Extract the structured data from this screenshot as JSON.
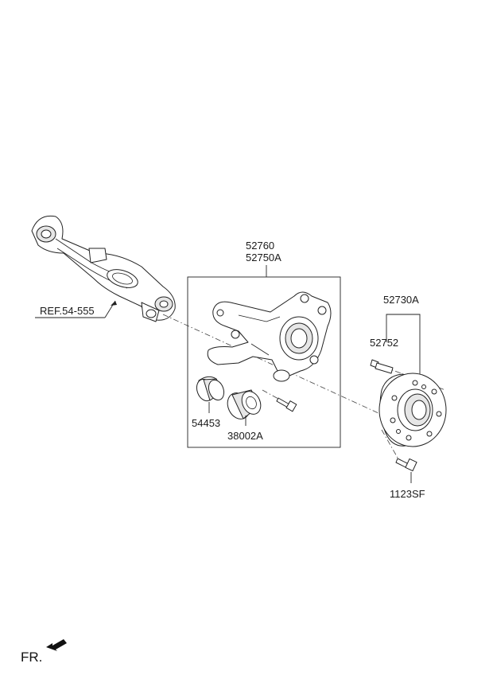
{
  "labels": {
    "knuckle_main": "52760",
    "knuckle_alt": "52750A",
    "hub_assy": "52730A",
    "hub_bolt": "52752",
    "bushing": "54453",
    "ball_joint": "38002A",
    "hub_mount_bolt": "1123SF",
    "reference": "REF.54-555"
  },
  "front_indicator": "FR.",
  "colors": {
    "line": "#222222",
    "background": "#ffffff",
    "label": "#1a1a1a"
  }
}
